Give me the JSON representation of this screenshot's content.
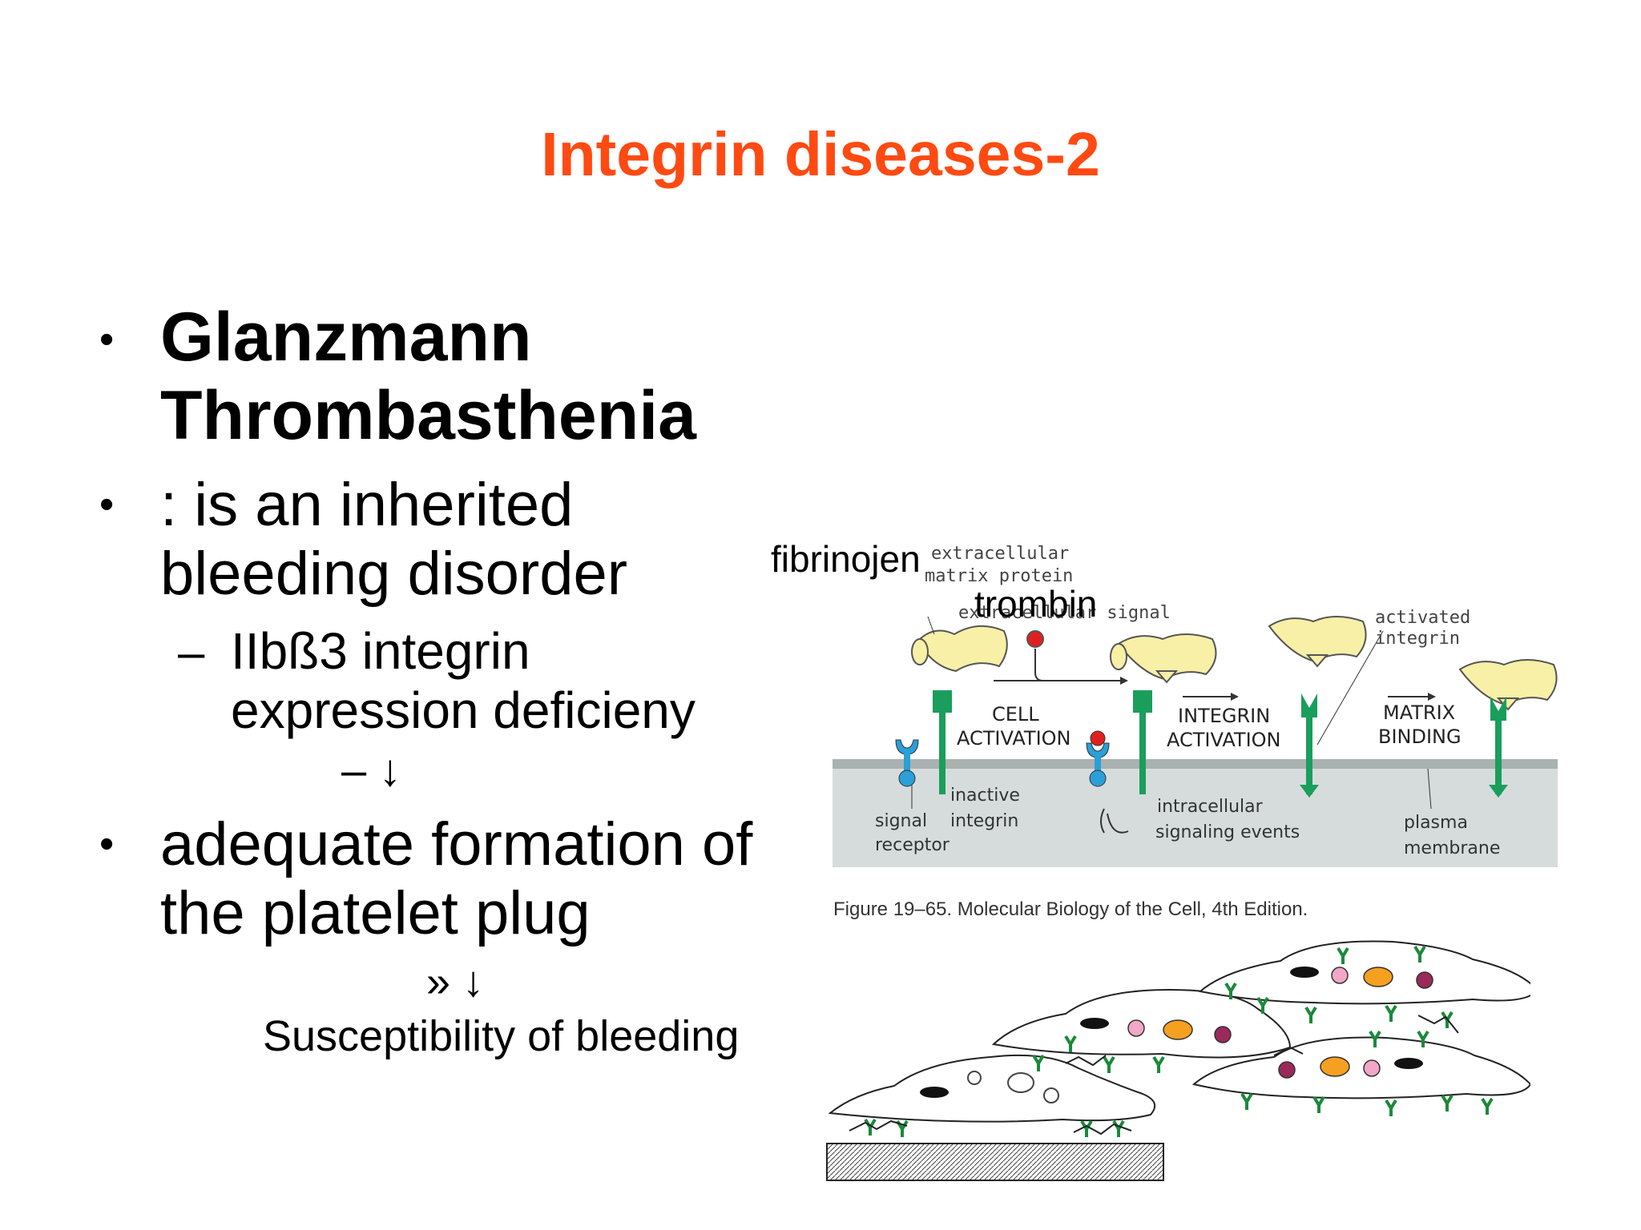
{
  "slide": {
    "title": "Integrin diseases-2",
    "bullets": {
      "b1": "Glanzmann Thrombasthenia",
      "b1_line1": "Glanzmann",
      "b1_line2": "Thrombasthenia",
      "b2_line1": ": is an inherited",
      "b2_line2": "bleeding disorder",
      "sub1_line1": "IIbß3 integrin",
      "sub1_line2": "expression deficieny",
      "arrow1": "– ↓",
      "b3_line1": "adequate formation of",
      "b3_line2": "the platelet plug",
      "arrow2": "» ↓",
      "susceptibility": "Susceptibility of bleeding"
    },
    "bullet_symbol": "•",
    "dash_symbol": "–"
  },
  "figure": {
    "overlay_labels": {
      "fibrinojen": "fibrinojen",
      "trombin": "trombin"
    },
    "labels": {
      "extracellular_matrix_protein_1": "extracellular",
      "extracellular_matrix_protein_2": "matrix protein",
      "extracellular_signal": "extracellular signal",
      "activated_integrin_1": "activated",
      "activated_integrin_2": "integrin",
      "cell_activation_1": "CELL",
      "cell_activation_2": "ACTIVATION",
      "integrin_activation_1": "INTEGRIN",
      "integrin_activation_2": "ACTIVATION",
      "matrix_binding_1": "MATRIX",
      "matrix_binding_2": "BINDING",
      "inactive_integrin_1": "inactive",
      "inactive_integrin_2": "integrin",
      "signal_receptor_1": "signal",
      "signal_receptor_2": "receptor",
      "intracellular_1": "intracellular",
      "intracellular_2": "signaling events",
      "plasma_membrane_1": "plasma",
      "plasma_membrane_2": "membrane"
    },
    "caption": "Figure 19–65. Molecular Biology of the Cell, 4th Edition.",
    "colors": {
      "title": "#ff4a12",
      "integrin": "#1a9e5c",
      "protein": "#f7f0a6",
      "signal": "#e02020",
      "receptor": "#2a9fd8",
      "membrane": "#d6dcdc",
      "cell_orange": "#f5a020",
      "cell_pink": "#f2a6c8",
      "cell_maroon": "#9a2a5a"
    }
  }
}
